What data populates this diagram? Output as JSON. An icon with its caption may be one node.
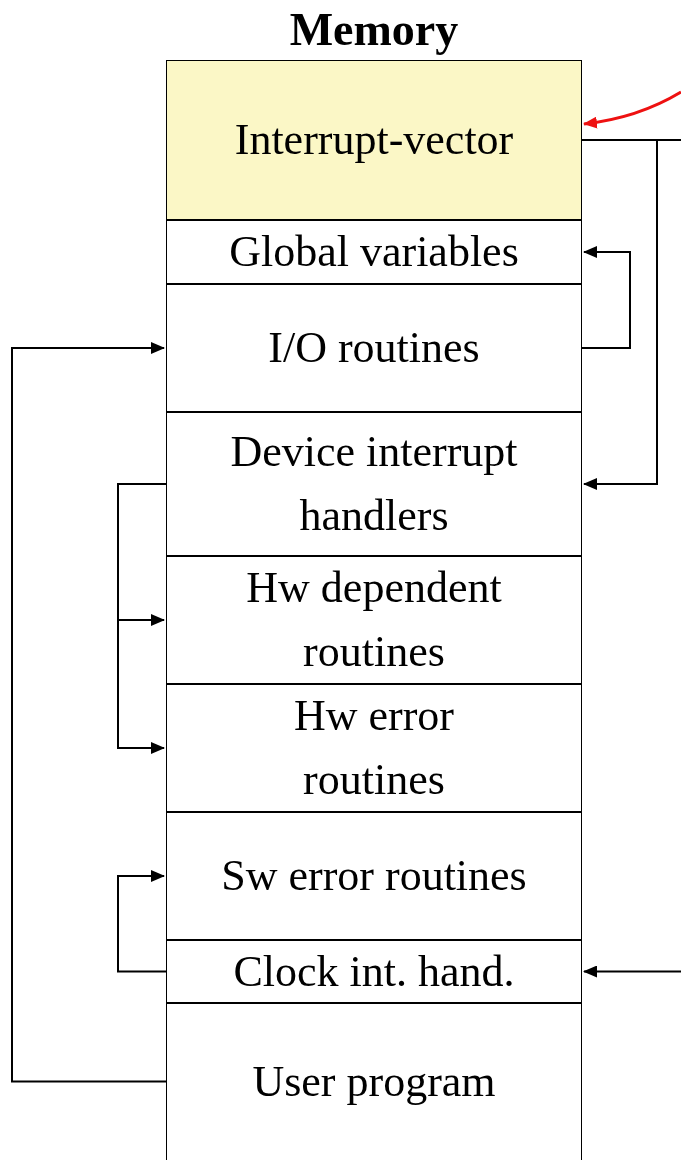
{
  "diagram": {
    "title": "Memory",
    "nodes": [
      {
        "text": [
          "Interrupt-vector"
        ]
      },
      {
        "text": [
          "Global variables"
        ]
      },
      {
        "text": [
          "I/O routines"
        ]
      },
      {
        "text": [
          "Device interrupt handlers"
        ]
      },
      {
        "text": [
          "Hw dependent routines"
        ]
      },
      {
        "text": [
          "Hw error routines"
        ]
      },
      {
        "text": [
          "Sw error routines"
        ]
      },
      {
        "text": [
          "Clock int. hand."
        ]
      },
      {
        "text": [
          "User program"
        ]
      }
    ],
    "edges": [
      {
        "from": null,
        "to": 0,
        "arrow": "to",
        "color": "#ee1111"
      },
      {
        "from": 0,
        "to": 3,
        "arrow": "to"
      },
      {
        "from": 0,
        "to": null,
        "arrow": "none"
      },
      {
        "from": 2,
        "to": 1,
        "arrow": "to"
      },
      {
        "from": 3,
        "to": 4,
        "arrow": "to"
      },
      {
        "from": 3,
        "to": 5,
        "arrow": "to"
      },
      {
        "from": 7,
        "to": 6,
        "arrow": "to"
      },
      {
        "from": 8,
        "to": 2,
        "arrow": "to"
      },
      {
        "from": null,
        "to": 7,
        "arrow": "to"
      }
    ]
  }
}
